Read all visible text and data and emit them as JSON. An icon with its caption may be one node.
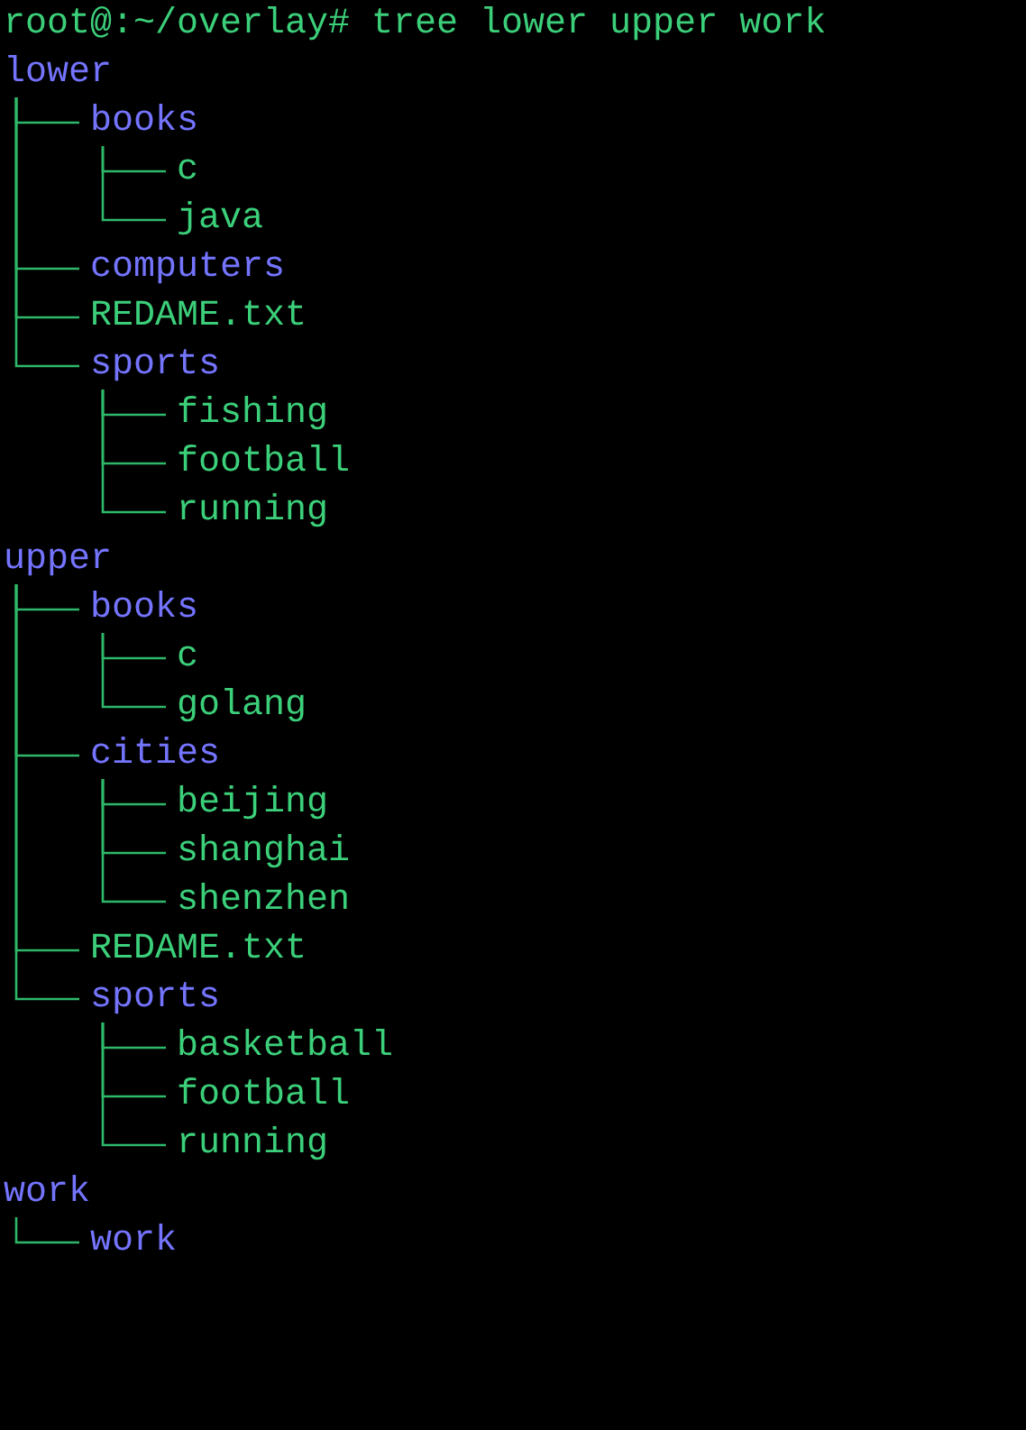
{
  "diagram": {
    "nodes": [
      {
        "text": [
          "lower"
        ]
      },
      {
        "text": [
          "books"
        ]
      },
      {
        "text": [
          "c"
        ]
      },
      {
        "text": [
          "java"
        ]
      },
      {
        "text": [
          "computers"
        ]
      },
      {
        "text": [
          "REDAME.txt"
        ]
      },
      {
        "text": [
          "sports"
        ]
      },
      {
        "text": [
          "fishing"
        ]
      },
      {
        "text": [
          "football"
        ]
      },
      {
        "text": [
          "running"
        ]
      },
      {
        "text": [
          "upper"
        ]
      },
      {
        "text": [
          "books"
        ]
      },
      {
        "text": [
          "c"
        ]
      },
      {
        "text": [
          "golang"
        ]
      },
      {
        "text": [
          "cities"
        ]
      },
      {
        "text": [
          "beijing"
        ]
      },
      {
        "text": [
          "shanghai"
        ]
      },
      {
        "text": [
          "shenzhen"
        ]
      },
      {
        "text": [
          "REDAME.txt"
        ]
      },
      {
        "text": [
          "sports"
        ]
      },
      {
        "text": [
          "basketball"
        ]
      },
      {
        "text": [
          "football"
        ]
      },
      {
        "text": [
          "running"
        ]
      },
      {
        "text": [
          "work"
        ]
      },
      {
        "text": [
          "work"
        ]
      }
    ],
    "edges": [
      {
        "from": 0,
        "to": 1,
        "arrow": "none"
      },
      {
        "from": 1,
        "to": 2,
        "arrow": "none"
      },
      {
        "from": 1,
        "to": 3,
        "arrow": "none"
      },
      {
        "from": 0,
        "to": 4,
        "arrow": "none"
      },
      {
        "from": 0,
        "to": 5,
        "arrow": "none"
      },
      {
        "from": 0,
        "to": 6,
        "arrow": "none"
      },
      {
        "from": 6,
        "to": 7,
        "arrow": "none"
      },
      {
        "from": 6,
        "to": 8,
        "arrow": "none"
      },
      {
        "from": 6,
        "to": 9,
        "arrow": "none"
      },
      {
        "from": 10,
        "to": 11,
        "arrow": "none"
      },
      {
        "from": 11,
        "to": 12,
        "arrow": "none"
      },
      {
        "from": 11,
        "to": 13,
        "arrow": "none"
      },
      {
        "from": 10,
        "to": 14,
        "arrow": "none"
      },
      {
        "from": 14,
        "to": 15,
        "arrow": "none"
      },
      {
        "from": 14,
        "to": 16,
        "arrow": "none"
      },
      {
        "from": 14,
        "to": 17,
        "arrow": "none"
      },
      {
        "from": 10,
        "to": 18,
        "arrow": "none"
      },
      {
        "from": 10,
        "to": 19,
        "arrow": "none"
      },
      {
        "from": 19,
        "to": 20,
        "arrow": "none"
      },
      {
        "from": 19,
        "to": 21,
        "arrow": "none"
      },
      {
        "from": 19,
        "to": 22,
        "arrow": "none"
      },
      {
        "from": 23,
        "to": 24,
        "arrow": "none"
      }
    ],
    "labels": [
      "root@:~/overlay# tree lower upper work"
    ]
  }
}
